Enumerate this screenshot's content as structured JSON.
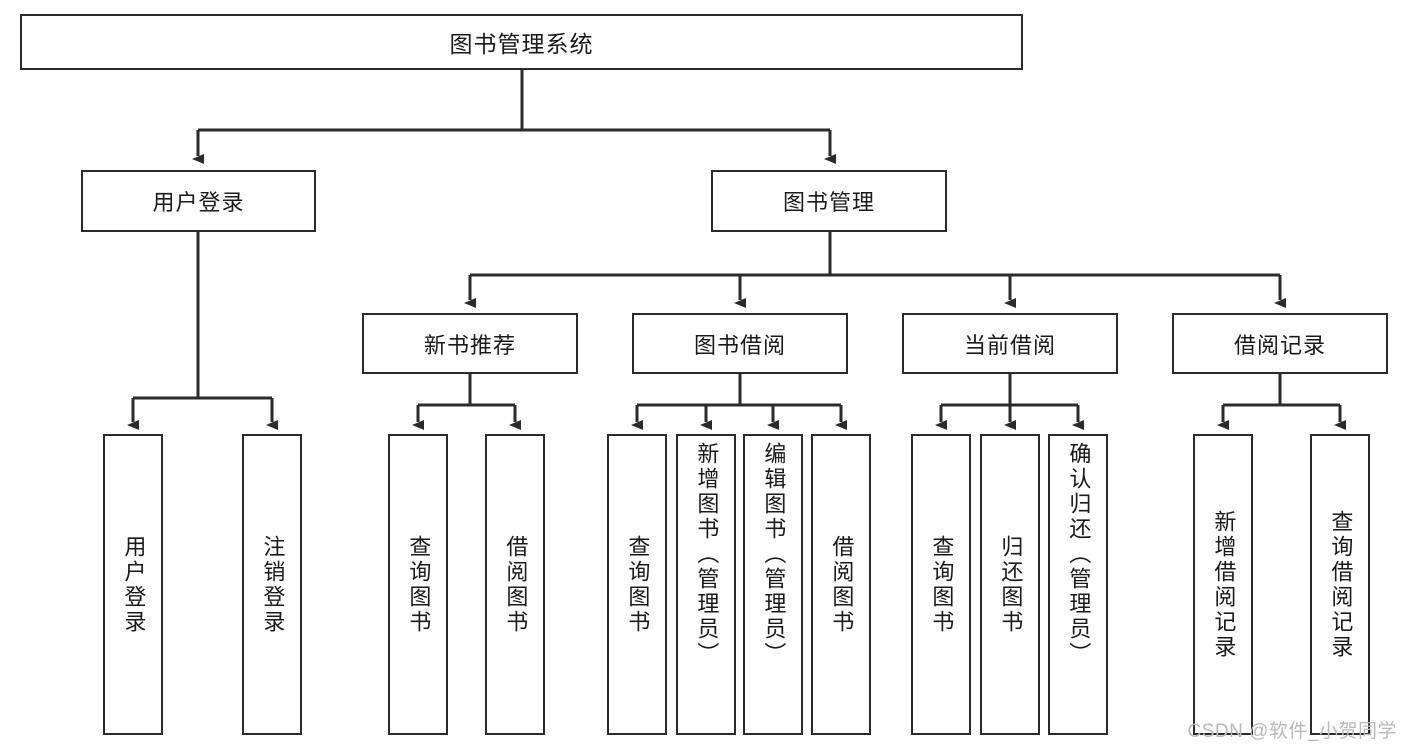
{
  "diagram": {
    "title": "图书管理系统",
    "type": "tree",
    "background": "#ffffff",
    "line_color": "#2b2b2b",
    "text_color": "#1a1a1a"
  },
  "root": {
    "label": "图书管理系统"
  },
  "level2": [
    {
      "label": "用户登录"
    },
    {
      "label": "图书管理"
    }
  ],
  "level3": [
    {
      "label": "新书推荐"
    },
    {
      "label": "图书借阅"
    },
    {
      "label": "当前借阅"
    },
    {
      "label": "借阅记录"
    }
  ],
  "leaves": {
    "user_login": [
      {
        "label": "用户登录"
      },
      {
        "label": "注销登录"
      }
    ],
    "new_book": [
      {
        "label": "查询图书"
      },
      {
        "label": "借阅图书"
      }
    ],
    "borrow": [
      {
        "label": "查询图书"
      },
      {
        "label": "新增图书（管理员）"
      },
      {
        "label": "编辑图书（管理员）"
      },
      {
        "label": "借阅图书"
      }
    ],
    "current": [
      {
        "label": "查询图书"
      },
      {
        "label": "归还图书"
      },
      {
        "label": "确认归还（管理员）"
      }
    ],
    "records": [
      {
        "label": "新增借阅记录"
      },
      {
        "label": "查询借阅记录"
      }
    ]
  },
  "watermark": {
    "text": "CSDN @软件_小贺同学"
  }
}
